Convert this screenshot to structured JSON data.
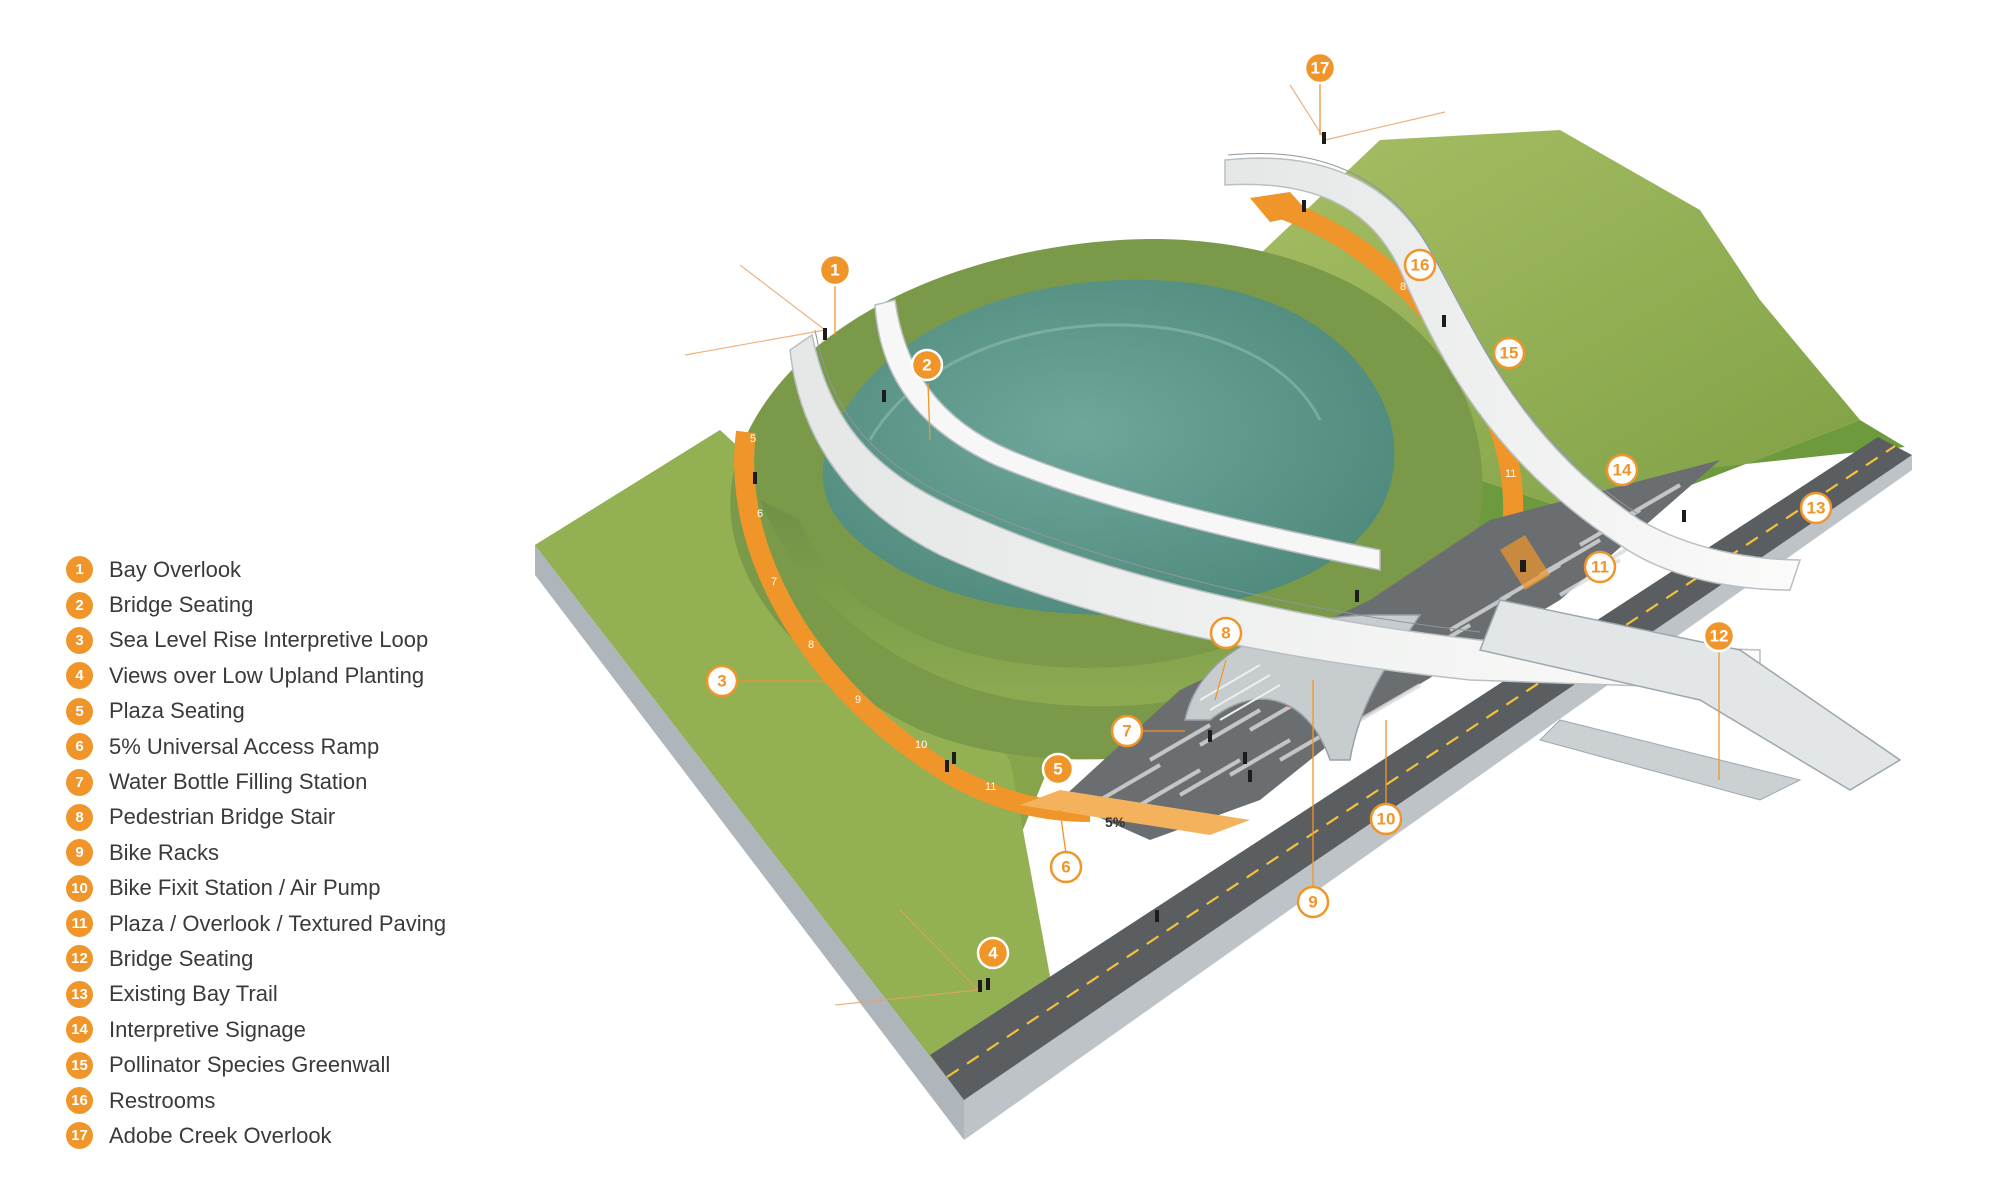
{
  "legend": [
    {
      "number": "1",
      "label": "Bay Overlook"
    },
    {
      "number": "2",
      "label": "Bridge Seating"
    },
    {
      "number": "3",
      "label": "Sea Level Rise Interpretive Loop"
    },
    {
      "number": "4",
      "label": "Views over Low Upland Planting"
    },
    {
      "number": "5",
      "label": "Plaza Seating"
    },
    {
      "number": "6",
      "label": "5% Universal Access Ramp"
    },
    {
      "number": "7",
      "label": "Water Bottle Filling Station"
    },
    {
      "number": "8",
      "label": "Pedestrian Bridge Stair"
    },
    {
      "number": "9",
      "label": "Bike Racks"
    },
    {
      "number": "10",
      "label": "Bike Fixit Station / Air Pump"
    },
    {
      "number": "11",
      "label": "Plaza / Overlook / Textured Paving"
    },
    {
      "number": "12",
      "label": "Bridge Seating"
    },
    {
      "number": "13",
      "label": "Existing Bay Trail"
    },
    {
      "number": "14",
      "label": "Interpretive Signage"
    },
    {
      "number": "15",
      "label": "Pollinator Species Greenwall"
    },
    {
      "number": "16",
      "label": "Restrooms"
    },
    {
      "number": "17",
      "label": "Adobe Creek Overlook"
    }
  ],
  "callouts": {
    "c1": "1",
    "c2": "2",
    "c3": "3",
    "c4": "4",
    "c5": "5",
    "c6": "6",
    "c7": "7",
    "c8": "8",
    "c9": "9",
    "c10": "10",
    "c11": "11",
    "c12": "12",
    "c13": "13",
    "c14": "14",
    "c15": "15",
    "c16": "16",
    "c17": "17"
  },
  "ramp_grade": "5%",
  "loop_markers": [
    "5",
    "6",
    "7",
    "8",
    "9",
    "10",
    "11",
    "8",
    "9",
    "10",
    "11"
  ],
  "colors": {
    "accent": "#F0952A",
    "water": "#5E9B8C",
    "grass": "#8FAE52",
    "grass_dark": "#5F8436",
    "base_front": "#C9CDD1",
    "base_side": "#9EA6AD",
    "asphalt": "#5A5D60",
    "bridge": "#F1F2F0"
  }
}
